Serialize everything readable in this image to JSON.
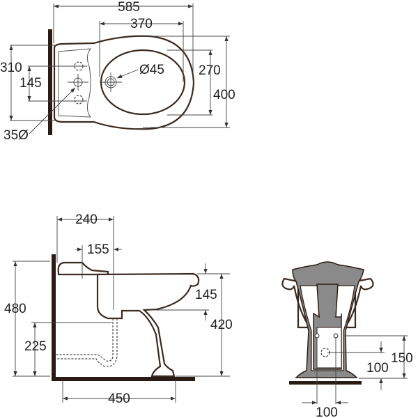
{
  "title": "Bidet technical drawing",
  "top_view": {
    "width_overall": "585",
    "bowl_length": "370",
    "depth_overall": "400",
    "bowl_width": "270",
    "tap_holes_span": "310",
    "tap_holes_half": "145",
    "waste_diameter": "Ø45",
    "tap_hole_diameter": "35Ø"
  },
  "side_view": {
    "tap_to_waste": "240",
    "tap_offset": "155",
    "height_total": "480",
    "rim_height": "420",
    "bowl_depth": "145",
    "waste_height": "225",
    "floor_depth": "450"
  },
  "front_view": {
    "fixing_height": "150",
    "supply_height": "100",
    "fixing_spacing": "100"
  }
}
